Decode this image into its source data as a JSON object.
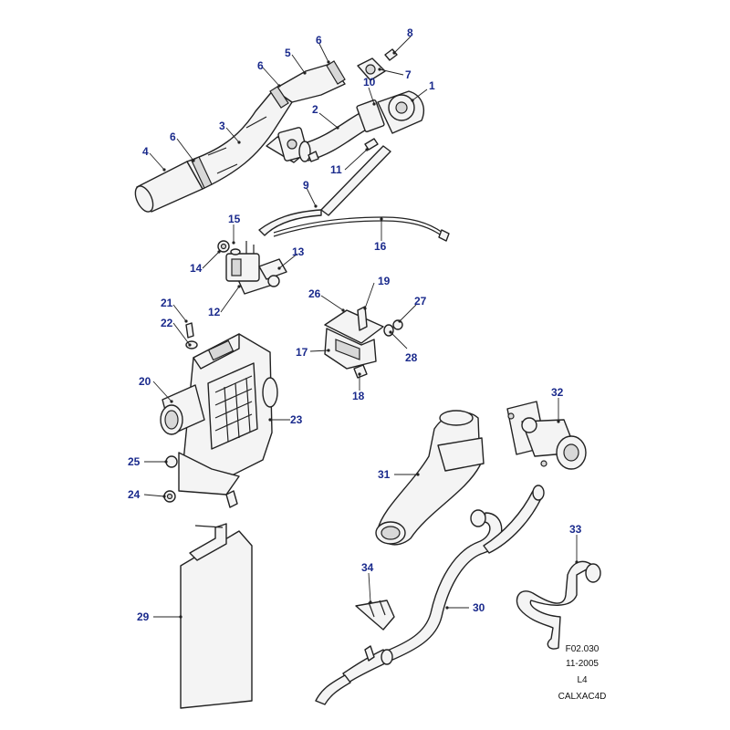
{
  "diagram": {
    "callouts": [
      "1",
      "2",
      "3",
      "4",
      "5",
      "6",
      "6",
      "6",
      "7",
      "8",
      "9",
      "10",
      "11",
      "12",
      "13",
      "14",
      "15",
      "16",
      "17",
      "18",
      "19",
      "20",
      "21",
      "22",
      "23",
      "24",
      "25",
      "26",
      "27",
      "28",
      "29",
      "30",
      "31",
      "32",
      "33",
      "34"
    ]
  },
  "reference": {
    "figure_code": "F02.030",
    "date": "11-2005",
    "variant": "L4",
    "catalog_code": "CALXAC4D"
  }
}
